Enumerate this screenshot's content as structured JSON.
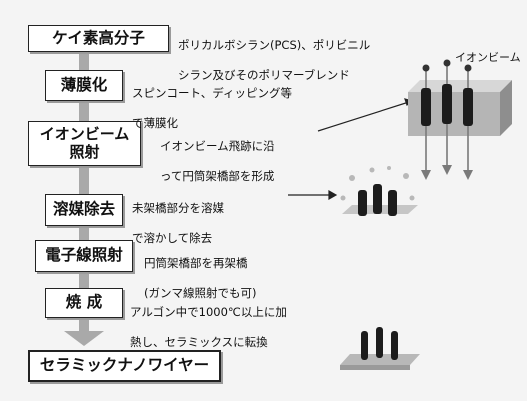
{
  "steps": [
    {
      "label": "ケイ素高分子",
      "desc": [
        "ポリカルボシラン(PCS)、ポリビニル",
        "シラン及びそのポリマーブレンド"
      ]
    },
    {
      "label": "薄膜化",
      "desc": [
        "スピンコート、ディッピング等",
        "で薄膜化"
      ]
    },
    {
      "label": "イオンビーム\n照射",
      "desc": [
        "イオンビーム飛跡に沿",
        "って円筒架橋部を形成"
      ]
    },
    {
      "label": "溶媒除去",
      "desc": [
        "未架橋部分を溶媒",
        "で溶かして除去"
      ]
    },
    {
      "label": "電子線照射",
      "desc": [
        "円筒架橋部を再架橋",
        "(ガンマ線照射でも可)"
      ]
    },
    {
      "label": "焼 成",
      "desc": [
        "アルゴン中で1000℃以上に加",
        "熱し、セラミックスに転換"
      ]
    },
    {
      "label": "セラミックナノワイヤー",
      "desc": []
    }
  ],
  "ion_beam_label": "イオンビーム",
  "colors": {
    "arrow": "#a9a9a9",
    "slab_front": "#b5b5b5",
    "slab_top": "#d7d7d7",
    "slab_side": "#8e8e8e",
    "pillar": "#1c1c1c",
    "beam_arrow": "#7a7a7a"
  }
}
